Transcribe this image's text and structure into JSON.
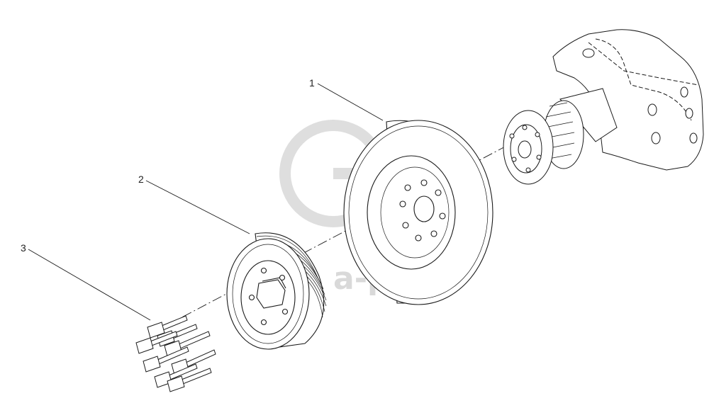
{
  "callouts": [
    {
      "label": "1"
    },
    {
      "label": "2"
    },
    {
      "label": "3"
    }
  ],
  "watermark": {
    "text": "a-parts",
    "color": "#d9d9d9"
  },
  "colors": {
    "line": "#1a1a1a",
    "background": "#ffffff"
  }
}
